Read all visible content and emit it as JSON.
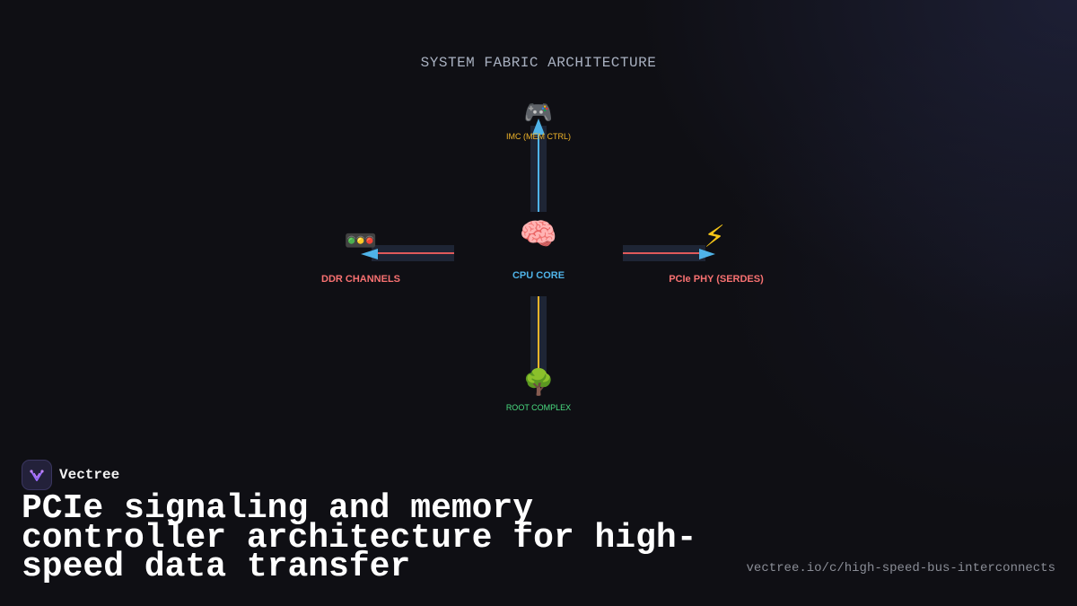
{
  "diagram": {
    "title": "SYSTEM FABRIC ARCHITECTURE",
    "nodes": {
      "center": {
        "icon": "🧠",
        "label": "CPU CORE",
        "color": "#4fb3e8"
      },
      "top": {
        "icon": "🎮",
        "label": "IMC (MEM CTRL)",
        "color": "#f0b429"
      },
      "bottom": {
        "icon": "🌳",
        "label": "ROOT COMPLEX",
        "color": "#4ade80"
      },
      "left": {
        "icon": "🚥",
        "label": "DDR CHANNELS",
        "color": "#f87171"
      },
      "right": {
        "icon": "⚡",
        "label": "PCIe PHY (SERDES)",
        "color": "#f87171"
      }
    },
    "colors": {
      "track": "#1e2535",
      "line_top": "#4fb3e8",
      "line_bottom": "#f0b429",
      "line_side": "#e05a5a",
      "arrowhead": "#4fb3e8"
    }
  },
  "brand": {
    "name": "Vectree",
    "logo_icon": "vectree-logo-icon"
  },
  "headline": "PCIe signaling and memory controller architecture for high-speed data transfer",
  "url": "vectree.io/c/high-speed-bus-interconnects"
}
